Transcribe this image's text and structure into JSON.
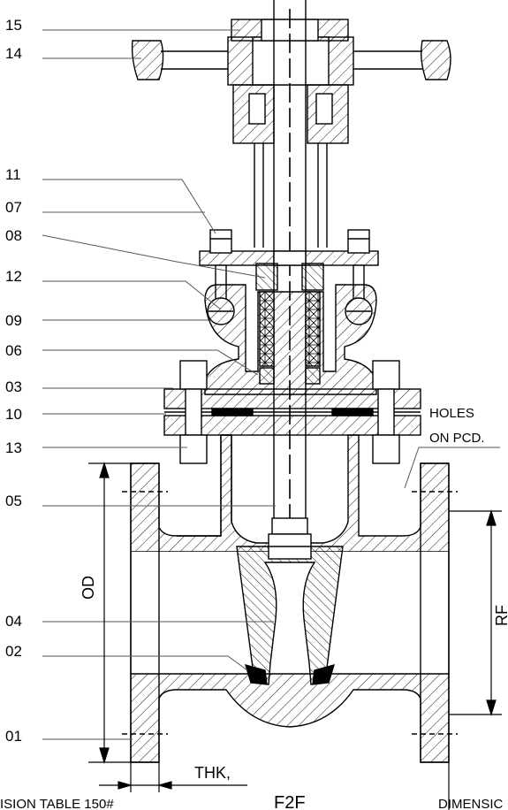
{
  "part_numbers": [
    "15",
    "14",
    "11",
    "07",
    "08",
    "12",
    "09",
    "06",
    "03",
    "10",
    "13",
    "05",
    "04",
    "02",
    "01"
  ],
  "dimension_labels": {
    "od": "OD",
    "rf": "RF",
    "thk": "THK,",
    "f2f": "F2F",
    "holes_line1": "HOLES",
    "holes_line2": "ON PCD."
  },
  "footer": {
    "left_text": "ISION TABLE 150#",
    "right_text": "DIMENSIC"
  },
  "colors": {
    "line": "#000000",
    "background": "#ffffff"
  }
}
